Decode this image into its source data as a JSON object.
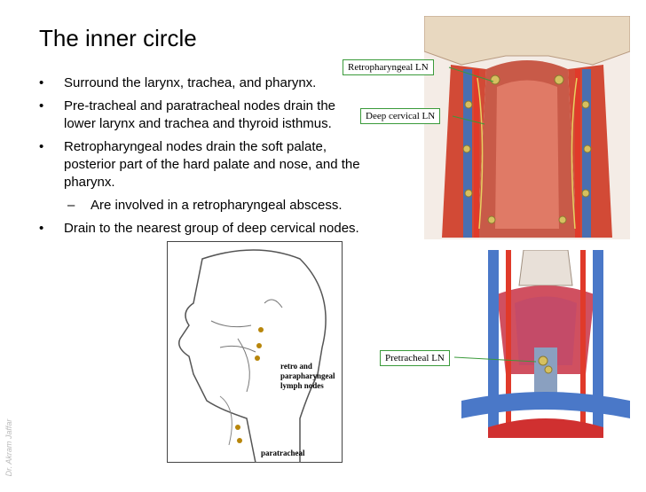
{
  "slide": {
    "title": "The inner circle",
    "author": "Dr. Akram Jaffar",
    "bullets": [
      {
        "marker": "•",
        "text": "Surround the larynx, trachea, and pharynx."
      },
      {
        "marker": "•",
        "text": "Pre-tracheal and paratracheal nodes drain the lower larynx and trachea and thyroid isthmus."
      },
      {
        "marker": "•",
        "text": "Retropharyngeal nodes drain the soft palate, posterior part of the hard palate and nose, and the pharynx."
      },
      {
        "marker": "–",
        "text": "Are involved in a retropharyngeal abscess.",
        "sub": true
      },
      {
        "marker": "•",
        "text": "Drain to the nearest group of deep cervical nodes."
      }
    ]
  },
  "figures": {
    "top_labels": {
      "retropharyngeal": "Retropharyngeal LN",
      "deep_cervical": "Deep cervical LN"
    },
    "bottom_label": {
      "pretracheal": "Pretracheal LN"
    },
    "sketch_labels": {
      "retro_line1": "retro and",
      "retro_line2": "parapharyngeal",
      "retro_line3": "lymph nodes",
      "paratracheal": "paratracheal"
    }
  }
}
